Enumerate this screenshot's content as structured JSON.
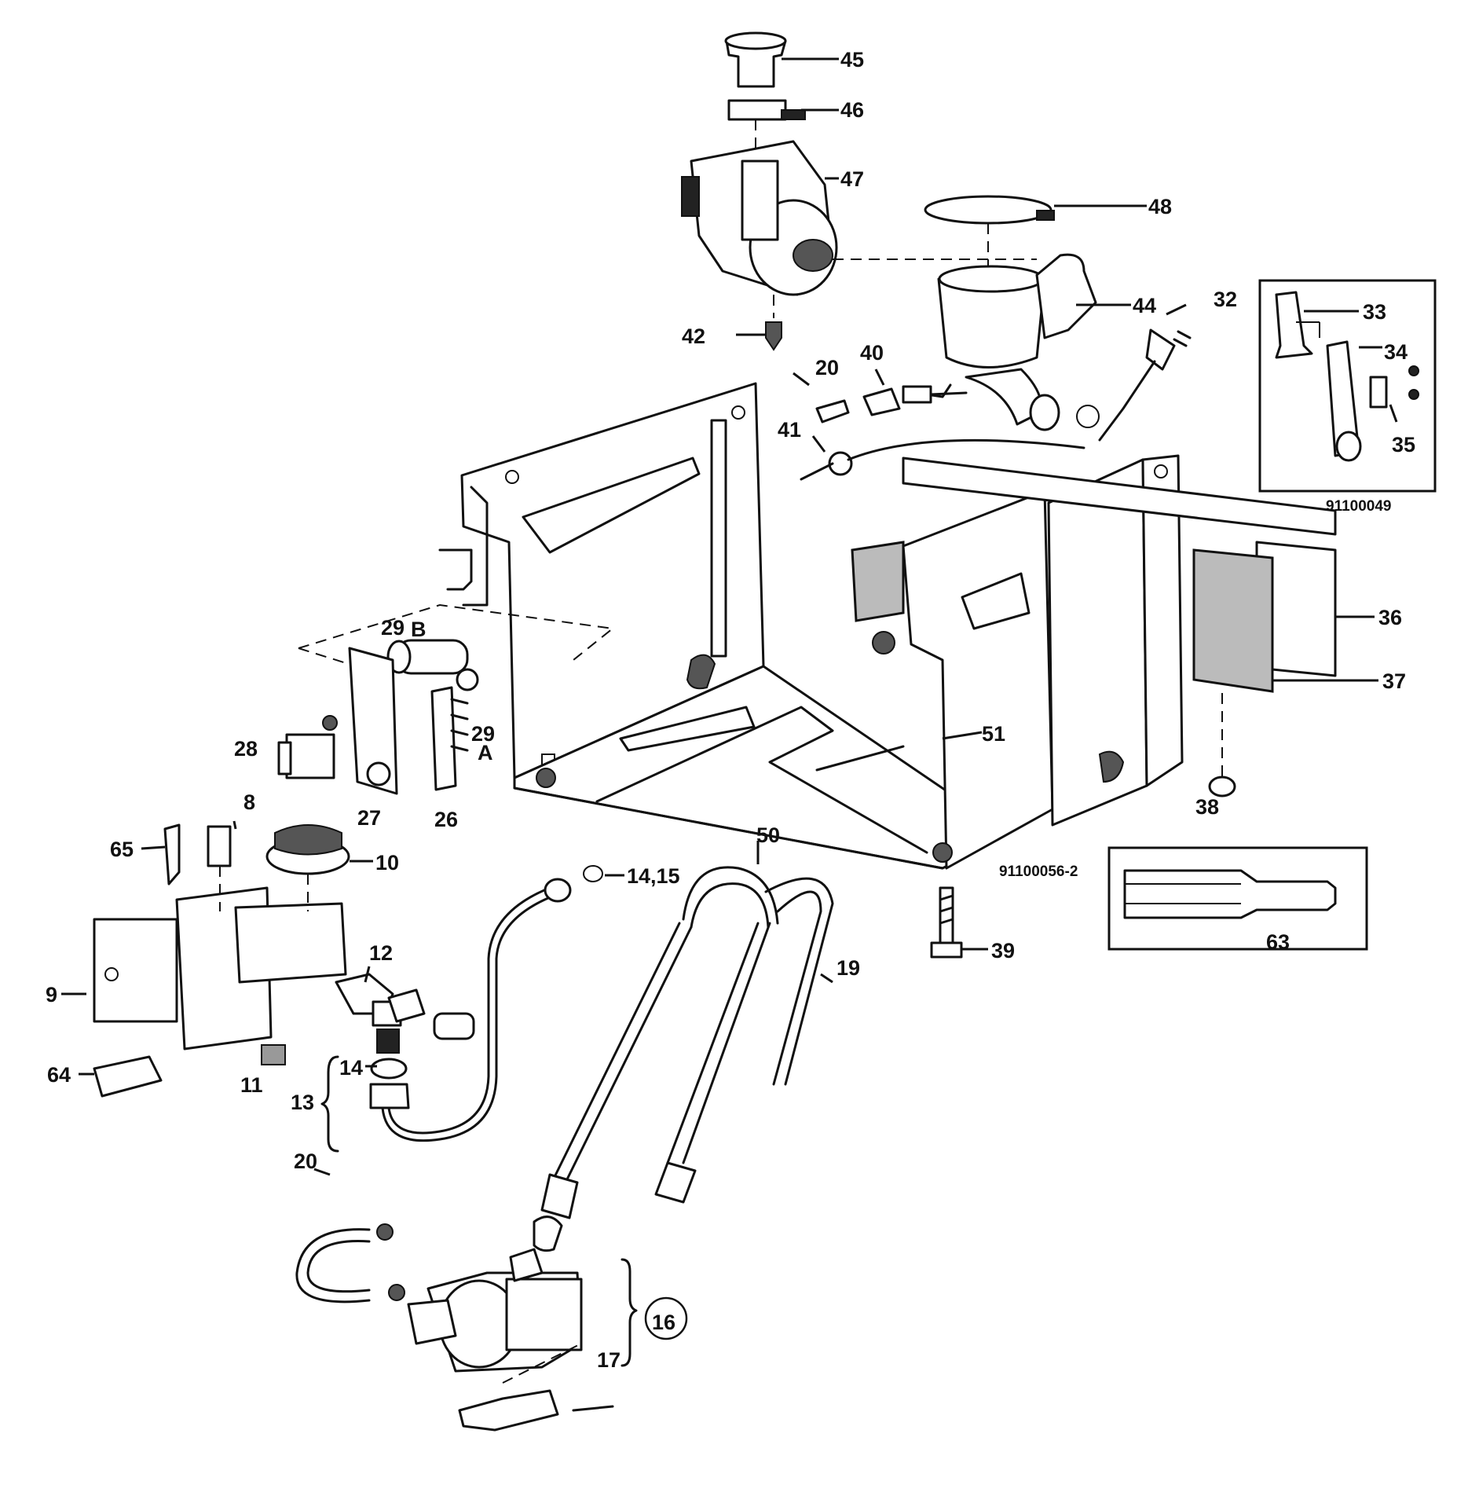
{
  "labels": {
    "p8": "8",
    "p9": "9",
    "p10": "10",
    "p11": "11",
    "p12": "12",
    "p13": "13",
    "p14": "14",
    "p14_15": "14,15",
    "p16": "16",
    "p17": "17",
    "p19": "19",
    "p20a": "20",
    "p20b": "20",
    "p26": "26",
    "p27": "27",
    "p28": "28",
    "p29a_num": "29",
    "p29a_letter": "A",
    "p29b_num": "29",
    "p29b_letter": "B",
    "p32": "32",
    "p33": "33",
    "p34": "34",
    "p35": "35",
    "p36": "36",
    "p37": "37",
    "p38": "38",
    "p39": "39",
    "p40": "40",
    "p41": "41",
    "p42": "42",
    "p44": "44",
    "p45": "45",
    "p46": "46",
    "p47": "47",
    "p48": "48",
    "p50": "50",
    "p51": "51",
    "p63": "63",
    "p64": "64",
    "p65": "65"
  },
  "codes": {
    "inset_top": "91100049",
    "main": "91100056-2"
  }
}
